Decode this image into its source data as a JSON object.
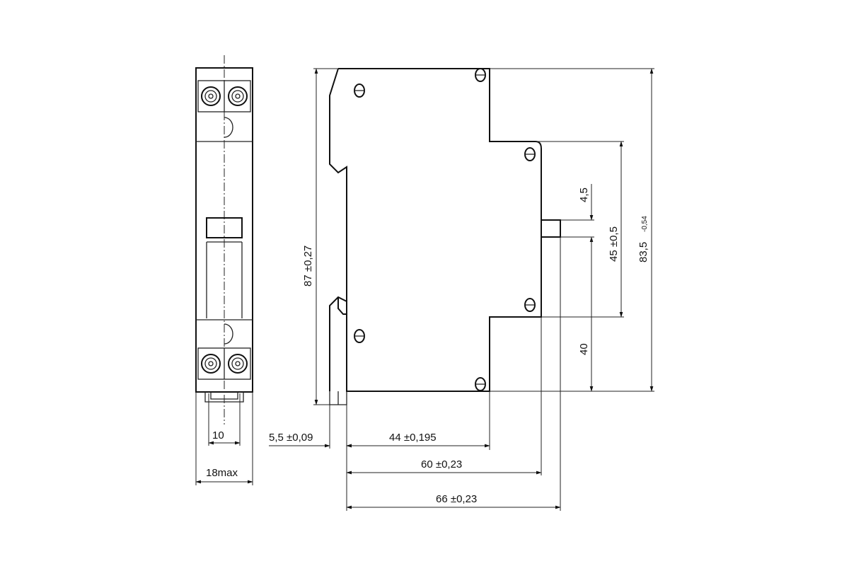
{
  "dimensions": {
    "w10": "10",
    "w18": "18max",
    "d55": "5,5 ±0,09",
    "d44": "44 ±0,195",
    "d60": "60 ±0,23",
    "d66": "66 ±0,23",
    "h87": "87 ±0,27",
    "h45a": "4,5",
    "h45b": "45 ±0,5",
    "h40": "40",
    "h835_main": "83,5",
    "h835_tol": "-0,54"
  }
}
